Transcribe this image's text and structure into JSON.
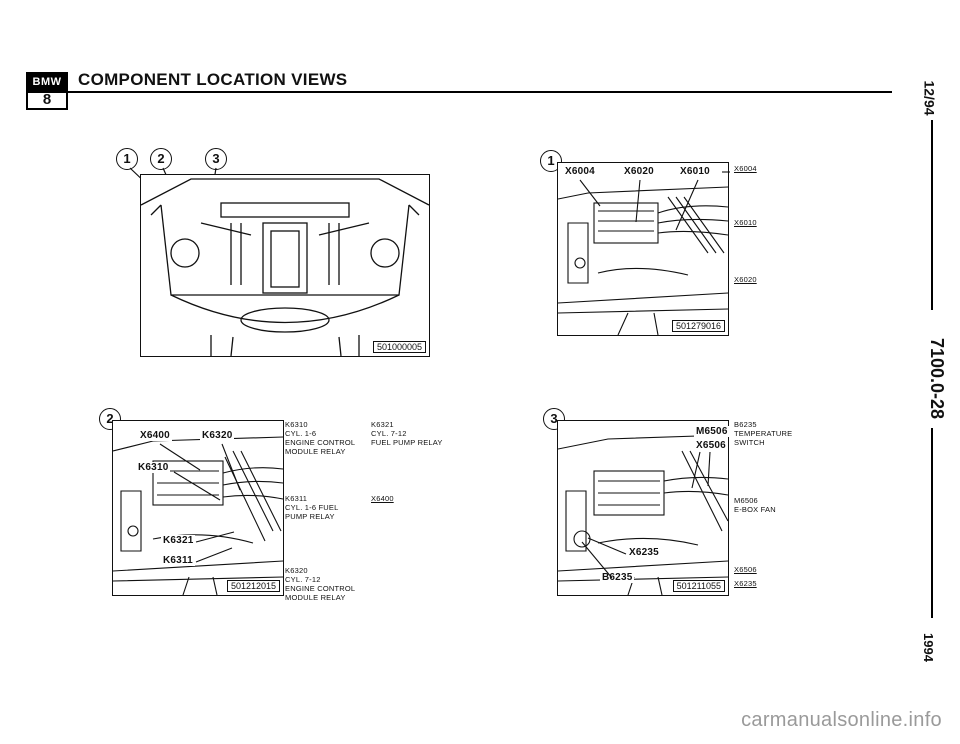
{
  "header": {
    "logo_top": "BMW",
    "logo_bottom": "8",
    "title": "COMPONENT LOCATION VIEWS"
  },
  "rail": {
    "date": "12/94",
    "section": "7100.0-28",
    "year": "1994"
  },
  "figures": {
    "top_left": {
      "callouts": [
        "1",
        "2",
        "3"
      ],
      "figure_id": "501000005"
    },
    "top_right": {
      "callout": "1",
      "labels": [
        "X6004",
        "X6020",
        "X6010"
      ],
      "figure_id": "501279016",
      "legend": [
        "X6004",
        "X6010",
        "X6020"
      ]
    },
    "bottom_left": {
      "callout": "2",
      "labels": [
        "X6400",
        "K6320",
        "K6310",
        "K6321",
        "K6311"
      ],
      "figure_id": "501212015",
      "legend": [
        {
          "lines": [
            "K6310",
            "CYL. 1-6",
            "ENGINE CONTROL",
            "MODULE RELAY"
          ]
        },
        {
          "lines": [
            "K6311",
            "CYL. 1-6 FUEL",
            "PUMP RELAY"
          ]
        },
        {
          "lines": [
            "K6320",
            "CYL. 7-12",
            "ENGINE CONTROL",
            "MODULE RELAY"
          ]
        },
        {
          "lines": [
            "K6321",
            "CYL. 7-12",
            "FUEL PUMP RELAY"
          ]
        },
        {
          "lines": [
            "X6400"
          ]
        }
      ]
    },
    "bottom_right": {
      "callout": "3",
      "labels": [
        "M6506",
        "X6506",
        "X6235",
        "B6235"
      ],
      "figure_id": "501211055",
      "legend": [
        {
          "lines": [
            "B6235",
            "TEMPERATURE",
            "SWITCH"
          ]
        },
        {
          "lines": [
            "M6506",
            "E-BOX FAN"
          ]
        },
        {
          "lines": [
            "X6506"
          ]
        },
        {
          "lines": [
            "X6235"
          ]
        }
      ]
    }
  },
  "watermark": "carmanualsonline.info"
}
